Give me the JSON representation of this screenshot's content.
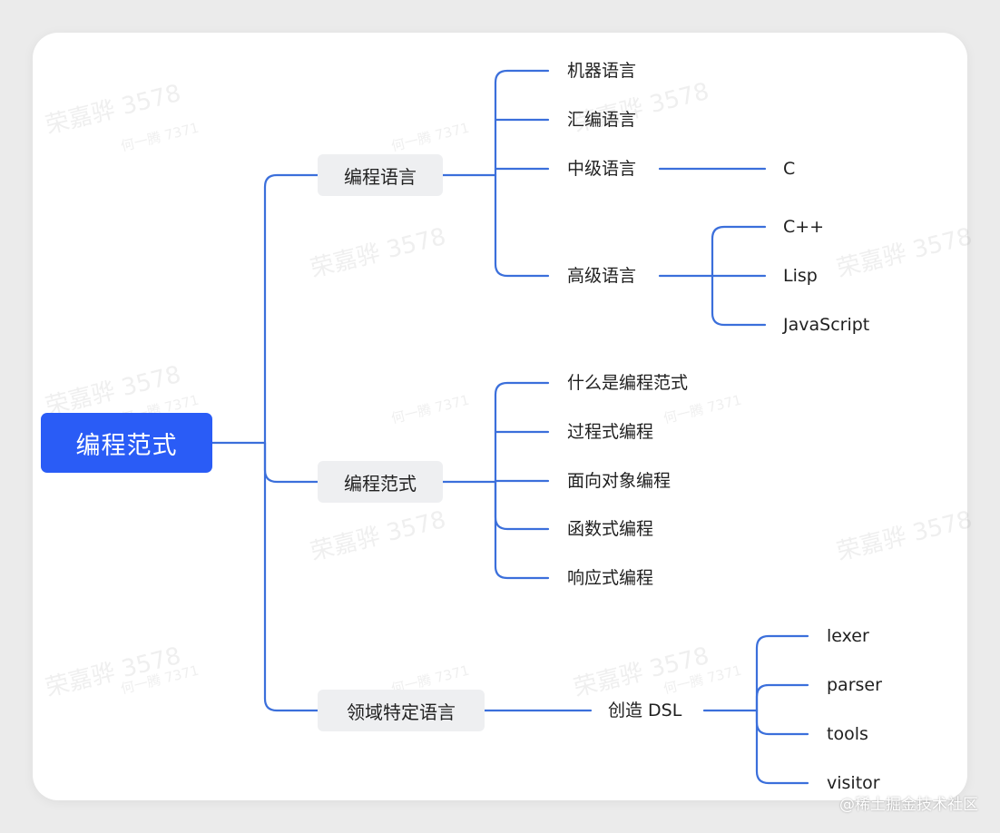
{
  "mindmap": {
    "root": "编程范式",
    "branches": [
      {
        "label": "编程语言",
        "children": [
          "机器语言",
          "汇编语言",
          "中级语言",
          "高级语言"
        ],
        "mid_children": [
          "C"
        ],
        "high_children": [
          "C++",
          "Lisp",
          "JavaScript"
        ]
      },
      {
        "label": "编程范式",
        "children": [
          "什么是编程范式",
          "过程式编程",
          "面向对象编程",
          "函数式编程",
          "响应式编程"
        ]
      },
      {
        "label": "领域特定语言",
        "children": [
          "创造 DSL"
        ],
        "dsl_children": [
          "lexer",
          "parser",
          "tools",
          "visitor"
        ]
      }
    ]
  },
  "watermark": {
    "name": "荣嘉骅 3578",
    "small": "何一腾 7371"
  },
  "credit": "@稀土掘金技术社区",
  "colors": {
    "root_bg": "#2a5cf6",
    "link": "#3b6fdb",
    "branch_bg": "#eeeff1"
  }
}
